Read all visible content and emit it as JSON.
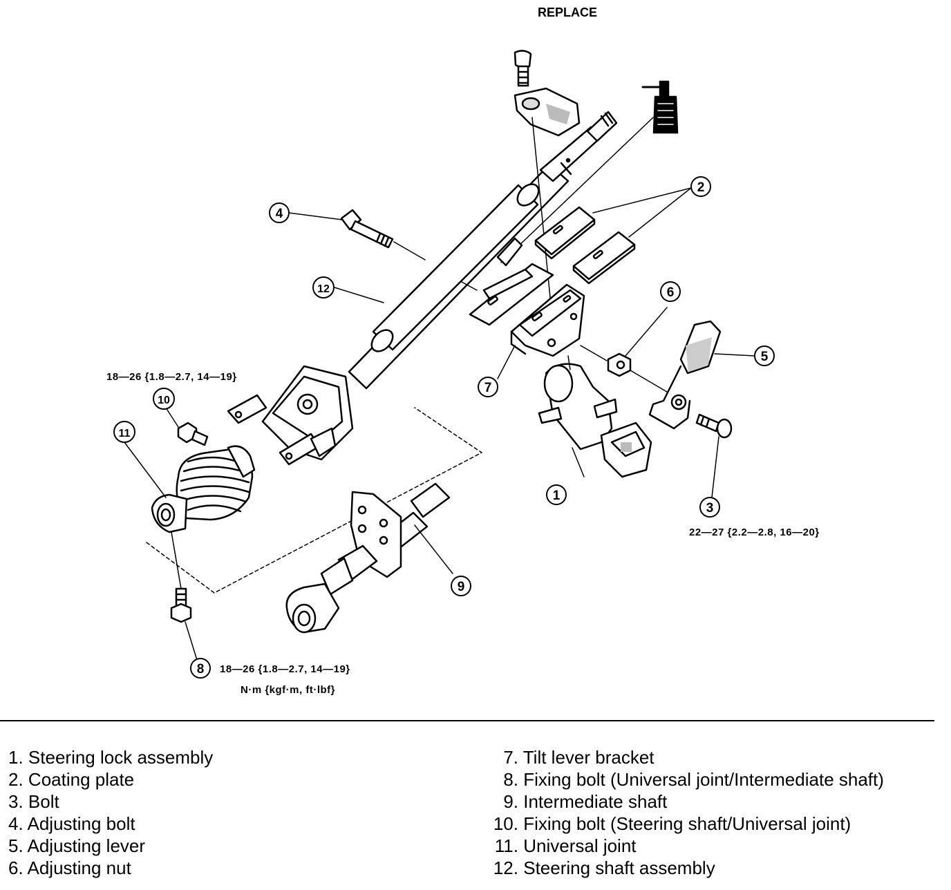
{
  "replace_label": "REPLACE",
  "callouts": [
    "1",
    "2",
    "3",
    "4",
    "5",
    "6",
    "7",
    "8",
    "9",
    "10",
    "11",
    "12"
  ],
  "torques": {
    "steering_shaft_bolt": "18—26 {1.8—2.7, 14—19}",
    "bolt_3": "22—27 {2.2—2.8, 16—20}",
    "fixing_bolt_8": "18—26 {1.8—2.7, 14—19}",
    "units": "N·m {kgf·m, ft·lbf}"
  },
  "legend_left": [
    {
      "num": "1.",
      "text": "Steering lock assembly"
    },
    {
      "num": "2.",
      "text": "Coating plate"
    },
    {
      "num": "3.",
      "text": "Bolt"
    },
    {
      "num": "4.",
      "text": "Adjusting bolt"
    },
    {
      "num": "5.",
      "text": "Adjusting lever"
    },
    {
      "num": "6.",
      "text": "Adjusting nut"
    }
  ],
  "legend_right": [
    {
      "num": "7.",
      "text": "Tilt lever bracket"
    },
    {
      "num": "8.",
      "text": "Fixing bolt (Universal joint/Intermediate shaft)"
    },
    {
      "num": "9.",
      "text": "Intermediate shaft"
    },
    {
      "num": "10.",
      "text": "Fixing bolt (Steering shaft/Universal joint)"
    },
    {
      "num": "11.",
      "text": "Universal joint"
    },
    {
      "num": "12.",
      "text": "Steering shaft assembly"
    }
  ]
}
